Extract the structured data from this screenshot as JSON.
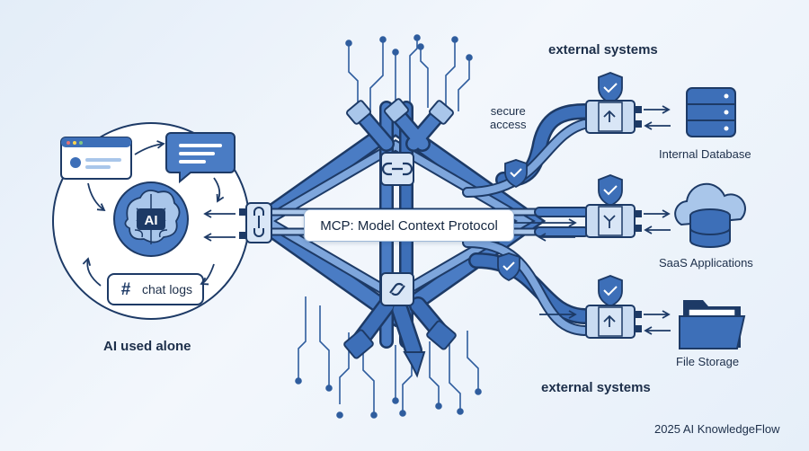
{
  "left": {
    "ai_badge": "AI",
    "chat_logs_symbol": "#",
    "chat_logs": "chat logs",
    "caption": "AI used alone"
  },
  "hub": {
    "title": "MCP: Model Context Protocol"
  },
  "right": {
    "top_heading": "external systems",
    "bottom_heading": "external systems",
    "secure_access": [
      "secure",
      "access"
    ],
    "systems": [
      "Internal Database",
      "SaaS Applications",
      "File Storage"
    ]
  },
  "footer": "2025 AI KnowledgeFlow",
  "colors": {
    "primary": "#3d6fb8",
    "dark": "#1d3a66",
    "light": "#a9c6ea",
    "background": "#e8f0f9"
  }
}
